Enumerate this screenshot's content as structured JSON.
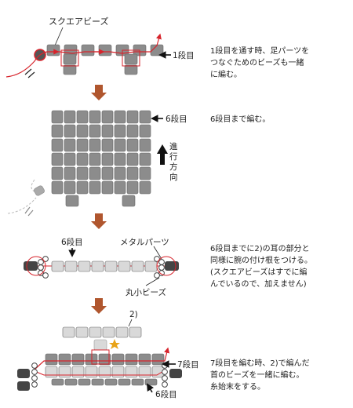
{
  "steps": [
    {
      "desc": "1段目を通す時、足パーツを\nつなぐためのビーズも一緒\nに編む。"
    },
    {
      "desc": "6段目まで編む。"
    },
    {
      "desc": "6段目までに2)の耳の部分と\n同様に腕の付け根をつける。\n(スクエアビーズはすでに編\nんでいるので、加えません)"
    },
    {
      "desc": "7段目を編む時、2)で編んだ\n首のビーズを一緒に編む。\n糸始末をする。"
    }
  ],
  "labels": {
    "square_beads": "スクエアビーズ",
    "row1": "1段目",
    "row6": "6段目",
    "direction": "進行方向",
    "row6_top": "6段目",
    "metal_parts": "メタルパーツ",
    "round_small_beads": "丸小ビーズ",
    "ref2": "2)",
    "row7": "7段目",
    "row6_bottom": "6段目"
  },
  "colors": {
    "bead_dark": "#8c8c8c",
    "bead_light": "#d9d9d9",
    "thread": "#d7242c",
    "arrow_brown": "#b0562e",
    "star": "#e8a317"
  }
}
